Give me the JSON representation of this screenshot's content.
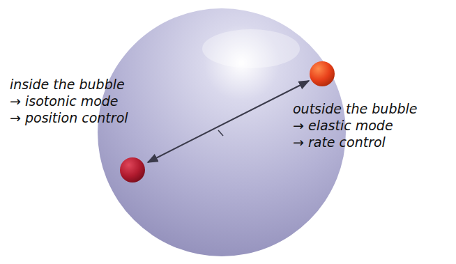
{
  "diagram": {
    "labels": [
      "inside the bubble",
      "→ isotonic mode",
      "→ position control",
      "outside the bubble",
      "→ elastic mode",
      "→ rate control"
    ]
  }
}
